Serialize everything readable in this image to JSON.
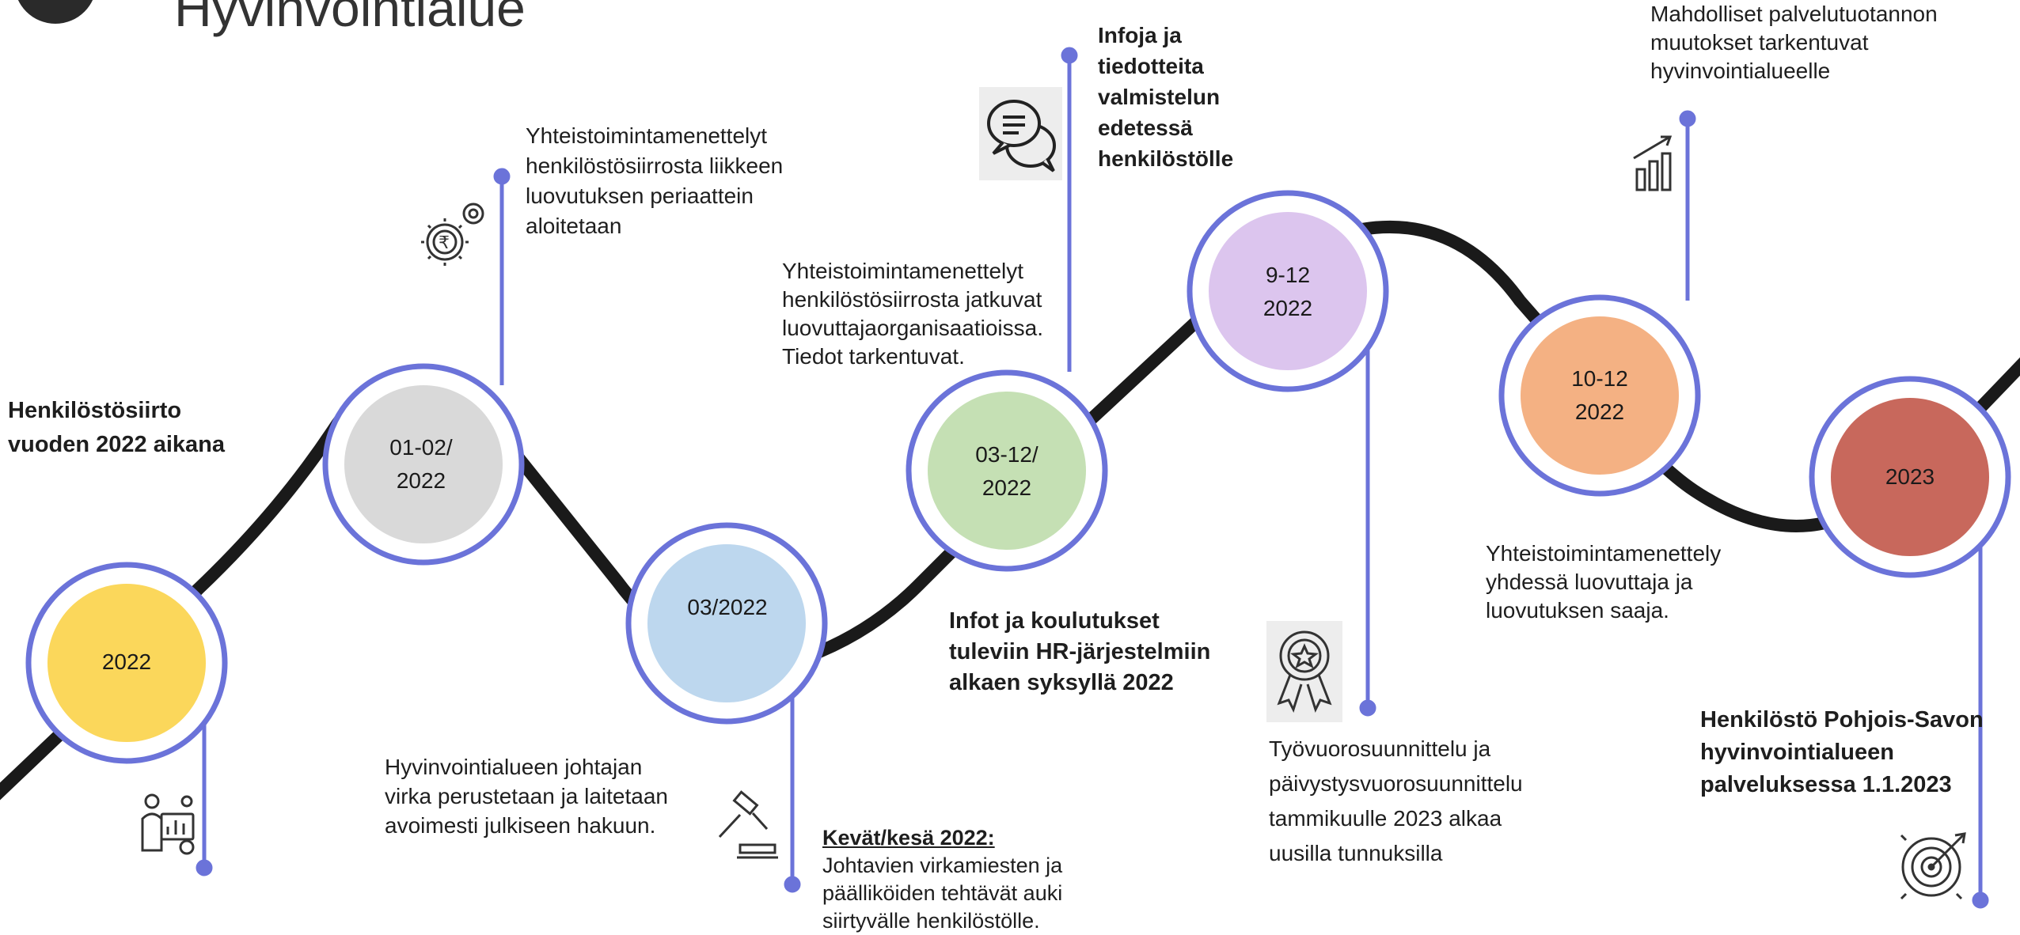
{
  "page_title": "Hyvinvointialue",
  "colors": {
    "path": "#1a1a1a",
    "ring": "#6b73d9",
    "stem": "#6b73d9"
  },
  "milestones": [
    {
      "id": "m2022",
      "label": "2022",
      "fill": "#fbd75b"
    },
    {
      "id": "m0102",
      "label": "01-02/\n2022",
      "fill": "#d9d9d9"
    },
    {
      "id": "m03",
      "label": "03/2022",
      "fill": "#bdd7ee"
    },
    {
      "id": "m0312",
      "label": "03-12/\n2022",
      "fill": "#c5e0b4"
    },
    {
      "id": "m912",
      "label": "9-12\n2022",
      "fill": "#dcc5ee"
    },
    {
      "id": "m1012",
      "label": "10-12\n2022",
      "fill": "#f4b183"
    },
    {
      "id": "m2023",
      "label": "2023",
      "fill": "#c8685c"
    }
  ],
  "texts": {
    "intro": "Henkilöstösiirto\nvuoden  2022 aikana",
    "yt_start": "Yhteistoimintamenettelyt\nhenkilöstösiirrosta liikkeen\nluovutuksen periaattein\naloitetaan",
    "director": "Hyvinvointialueen johtajan\nvirka perustetaan ja laitetaan\navoimesti julkiseen hakuun.",
    "yt_continue": "Yhteistoimintamenettelyt\nhenkilöstösiirrosta jatkuvat\nluovuttajaorganisaatioissa.\nTiedot tarkentuvat.",
    "spring_title": "Kevät/kesä 2022:",
    "spring_body": "Johtavien virkamiesten ja\npäälliköiden tehtävät auki\nsiirtyvälle henkilöstölle.",
    "infoja": "Infoja ja\ntiedotteita\nvalmistelun\nedetessä\nhenkilöstölle",
    "hr_training": "Infot ja koulutukset\ntuleviin HR-järjestelmiin\nalkaen syksyllä 2022",
    "shift_planning": "Työvuorosuunnittelu ja\npäivystysvuorosuunnittelu\ntammikuulle 2023 alkaa\nuusilla tunnuksilla",
    "yt_joint": "Yhteistoimintamenettely\nyhdessä luovuttaja ja\nluovutuksen saaja.",
    "service_changes": "Mahdolliset palvelutuotannon\nmuutokset tarkentuvat\nhyvinvointialueelle",
    "final": "Henkilöstö Pohjois-Savon\nhyvinvointialueen\npalveluksessa 1.1.2023"
  },
  "icons": [
    "analytics-person-icon",
    "money-gears-icon",
    "gavel-icon",
    "chat-bubbles-icon",
    "award-badge-icon",
    "growth-chart-icon",
    "target-arrow-icon"
  ]
}
